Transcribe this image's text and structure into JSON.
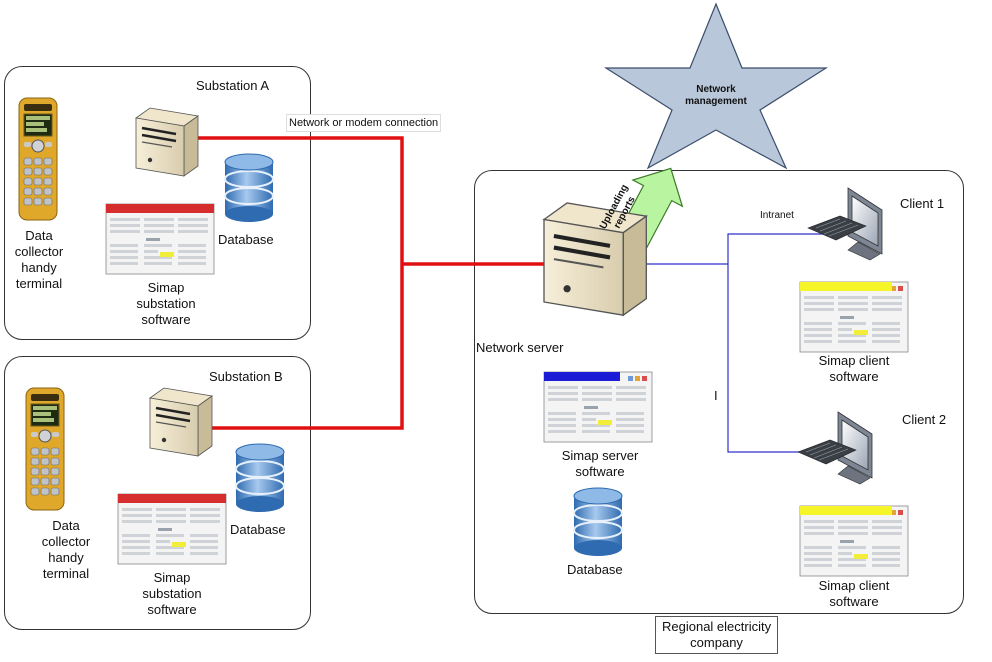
{
  "substation_a": {
    "title": "Substation A",
    "terminal_label": [
      "Data",
      "collector",
      "handy",
      "terminal"
    ],
    "software_label": [
      "Simap",
      "substation",
      "software"
    ],
    "database_label": "Database"
  },
  "substation_b": {
    "title": "Substation B",
    "terminal_label": [
      "Data",
      "collector",
      "handy",
      "terminal"
    ],
    "software_label": [
      "Simap",
      "substation",
      "software"
    ],
    "database_label": "Database"
  },
  "connection_label": "Network or modem connection",
  "network_management": [
    "Network",
    "management"
  ],
  "uploading_reports": [
    "Uploading",
    "reports"
  ],
  "regional": {
    "network_server_label": "Network server",
    "server_software_label": [
      "Simap server",
      "software"
    ],
    "database_label": "Database",
    "intranet_label": "Intranet",
    "intranet_mark": "I",
    "client1": {
      "title": "Client 1",
      "software_label": [
        "Simap client",
        "software"
      ]
    },
    "client2": {
      "title": "Client 2",
      "software_label": [
        "Simap client",
        "software"
      ]
    },
    "company_label": [
      "Regional electricity",
      "company"
    ]
  },
  "colors": {
    "red_link": "#e01010",
    "blue_link": "#3030d0",
    "star_fill": "#b8c7d9",
    "arrow_fill": "#b9f5a0",
    "terminal_body": "#e0a82a",
    "database_blue": "#4f86c6"
  }
}
